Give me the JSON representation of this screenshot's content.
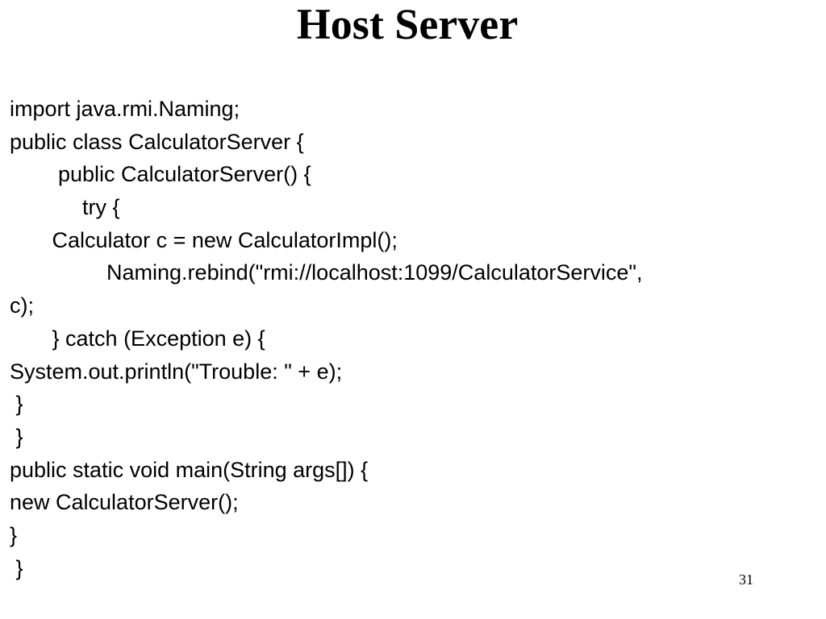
{
  "slide": {
    "title": "Host Server",
    "code_lines": [
      "import java.rmi.Naming;",
      "public class CalculatorServer {",
      "        public CalculatorServer() {",
      "            try {",
      "       Calculator c = new CalculatorImpl();",
      "                Naming.rebind(\"rmi://localhost:1099/CalculatorService\",",
      "c);",
      "       } catch (Exception e) {",
      "System.out.println(\"Trouble: \" + e);",
      " }",
      " }",
      "public static void main(String args[]) {",
      "new CalculatorServer();",
      "}",
      " }"
    ],
    "page_number": "31"
  }
}
